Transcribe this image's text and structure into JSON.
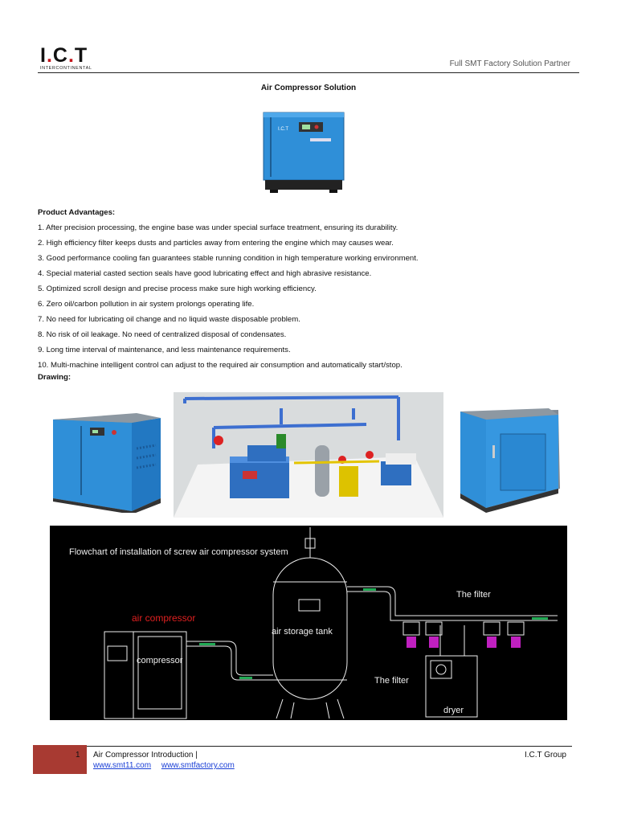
{
  "header": {
    "logo_text": "I.C.T",
    "logo_sub": "INTERCONTINENTAL",
    "tagline": "Full SMT Factory Solution Partner"
  },
  "title": "Air Compressor Solution",
  "hero_label": "I.C.T",
  "advantages": {
    "heading": "Product Advantages:",
    "items": [
      "1. After precision processing, the engine base was under special surface treatment, ensuring its durability.",
      "2. High efficiency filter keeps dusts and particles away from entering the engine which may causes wear.",
      "3. Good performance cooling fan guarantees stable running condition in high temperature working environment.",
      "4. Special material casted section seals have good lubricating effect and high abrasive resistance.",
      "5. Optimized scroll design and precise process make sure high working efficiency.",
      "6. Zero oil/carbon pollution in air system prolongs operating life.",
      "7. No need for lubricating oil change and no liquid waste disposable problem.",
      "8. No risk of oil leakage. No need of centralized disposal of condensates.",
      "9. Long time interval of maintenance, and less maintenance requirements.",
      "10. Multi-machine intelligent control can adjust to the required air consumption and automatically start/stop."
    ]
  },
  "drawing_heading": "Drawing:",
  "flowchart": {
    "title": "Flowchart of installation of screw air compressor system",
    "air_compressor": "air compressor",
    "compressor": "compressor",
    "tank": "air storage tank",
    "filter_top": "The filter",
    "filter_bottom": "The filter",
    "dryer": "dryer"
  },
  "footer": {
    "page": "1",
    "title": "Air Compressor Introduction |",
    "link1": "www.smt11.com",
    "link2": "www.smtfactory.com",
    "company": "I.C.T Group"
  },
  "colors": {
    "accent_red": "#c4161c",
    "footer_box": "#a83a32",
    "compressor_blue": "#2f8fd8",
    "link_blue": "#1a3fd6"
  }
}
